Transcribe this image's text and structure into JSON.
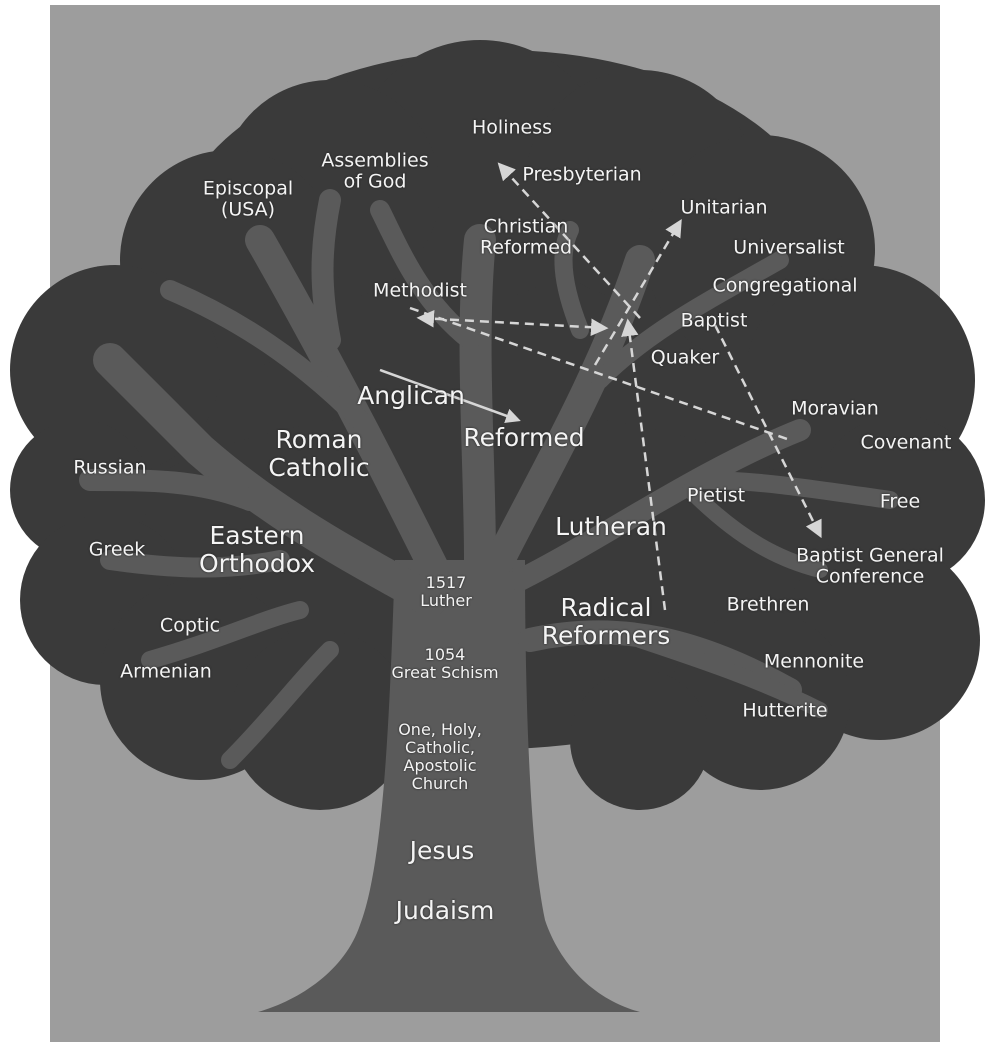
{
  "colors": {
    "background": "#9d9d9d",
    "canopy": "#3a3a3a",
    "trunk": "#5a5a5a",
    "text": "#f4f4f4",
    "arrow": "#d6d6d6"
  },
  "labels": {
    "holiness": "Holiness",
    "assemblies_of_god": "Assemblies\nof God",
    "episcopal_usa": "Episcopal\n(USA)",
    "presbyterian": "Presbyterian",
    "christian_reformed": "Christian\nReformed",
    "unitarian": "Unitarian",
    "universalist": "Universalist",
    "congregational": "Congregational",
    "methodist": "Methodist",
    "baptist": "Baptist",
    "quaker": "Quaker",
    "anglican": "Anglican",
    "roman_catholic": "Roman\nCatholic",
    "reformed": "Reformed",
    "moravian": "Moravian",
    "covenant": "Covenant",
    "russian": "Russian",
    "pietist": "Pietist",
    "free": "Free",
    "eastern_orthodox": "Eastern\nOrthodox",
    "greek": "Greek",
    "lutheran": "Lutheran",
    "baptist_general_conference": "Baptist General\nConference",
    "luther_1517": "1517\nLuther",
    "radical_reformers": "Radical\nReformers",
    "brethren": "Brethren",
    "coptic": "Coptic",
    "great_schism_1054": "1054\nGreat Schism",
    "mennonite": "Mennonite",
    "armenian": "Armenian",
    "hutterite": "Hutterite",
    "apostolic_church": "One, Holy,\nCatholic,\nApostolic\nChurch",
    "jesus": "Jesus",
    "judaism": "Judaism"
  }
}
